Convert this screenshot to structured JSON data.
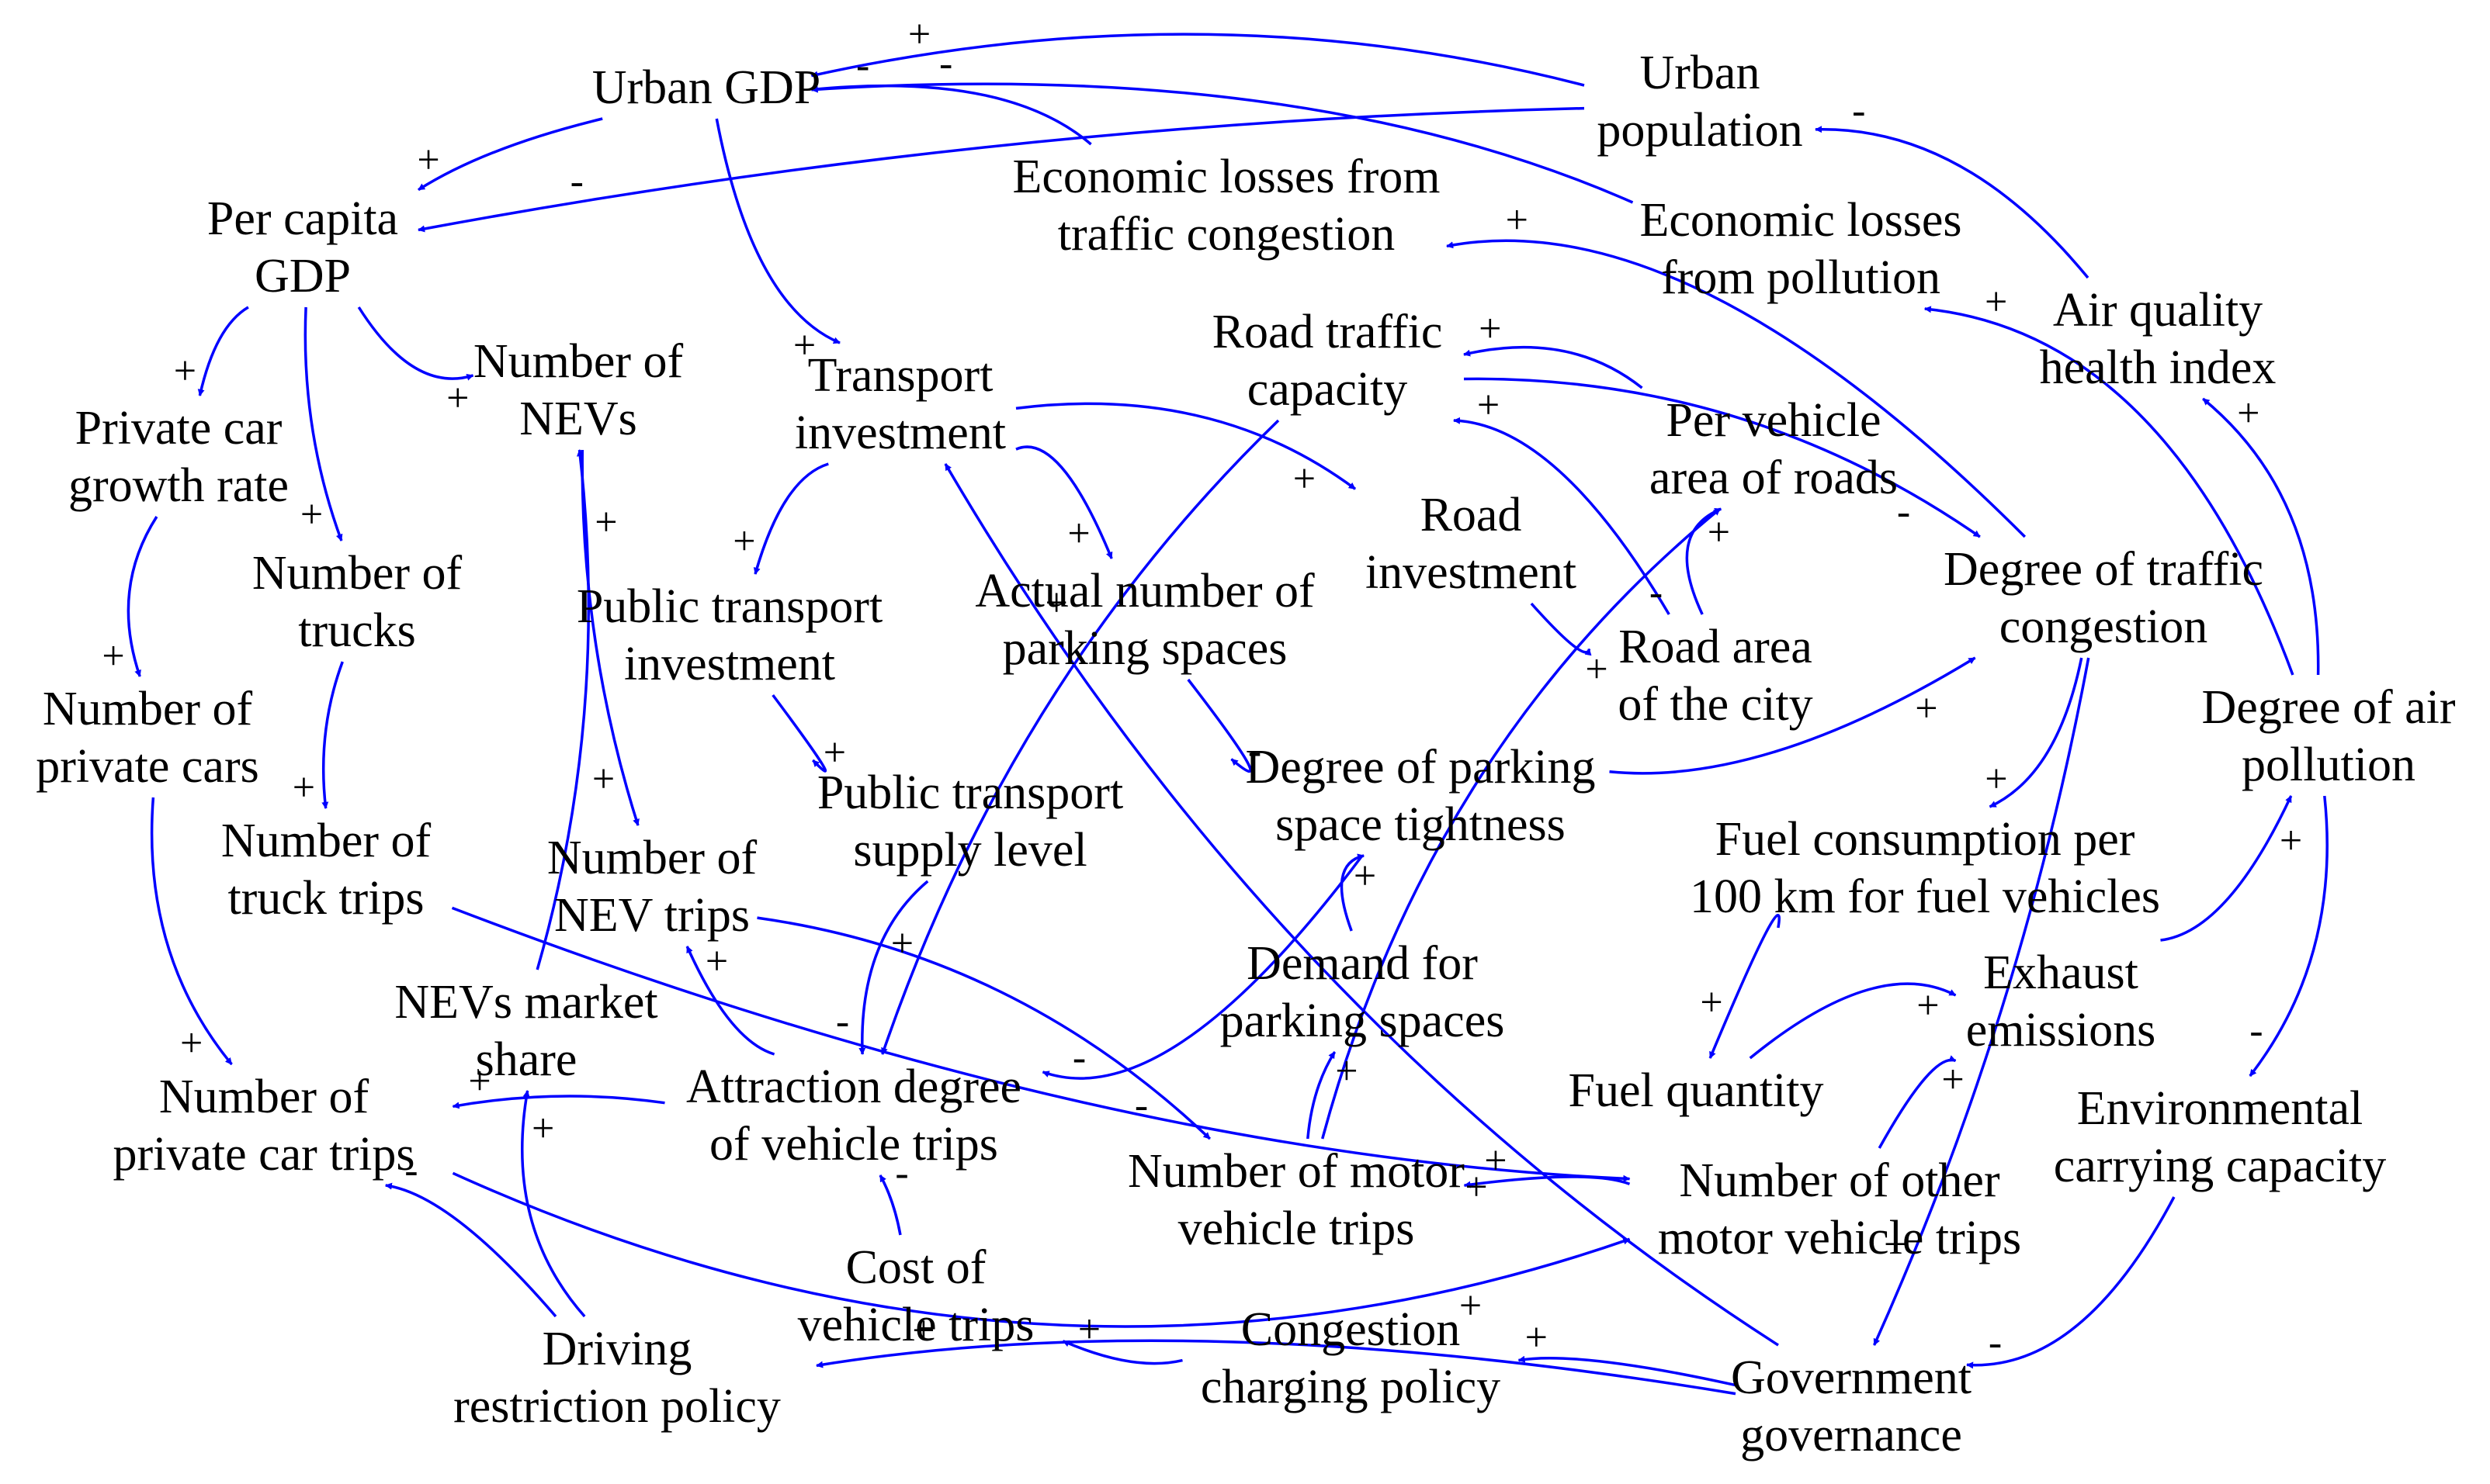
{
  "colors": {
    "arrow": "#0000ff",
    "text": "#000000",
    "background": "#ffffff"
  },
  "nodes": {
    "urban_gdp": [
      "Urban GDP"
    ],
    "urban_population": [
      "Urban",
      "population"
    ],
    "per_capita_gdp": [
      "Per capita",
      "GDP"
    ],
    "econ_loss_congestion": [
      "Economic losses from",
      "traffic congestion"
    ],
    "econ_loss_pollution": [
      "Economic losses",
      "from pollution"
    ],
    "air_quality": [
      "Air quality",
      "health index"
    ],
    "road_capacity": [
      "Road traffic",
      "capacity"
    ],
    "transport_investment": [
      "Transport",
      "investment"
    ],
    "number_nevs": [
      "Number of",
      "NEVs"
    ],
    "private_car_growth": [
      "Private car",
      "growth rate"
    ],
    "per_vehicle_area": [
      "Per vehicle",
      "area of roads"
    ],
    "road_investment": [
      "Road",
      "investment"
    ],
    "congestion": [
      "Degree of traffic",
      "congestion"
    ],
    "trucks": [
      "Number of",
      "trucks"
    ],
    "public_transport_inv": [
      "Public transport",
      "investment"
    ],
    "parking_spaces": [
      "Actual number of",
      "parking spaces"
    ],
    "road_area": [
      "Road area",
      "of the city"
    ],
    "air_pollution": [
      "Degree of air",
      "pollution"
    ],
    "private_cars": [
      "Number of",
      "private cars"
    ],
    "parking_tightness": [
      "Degree of parking",
      "space tightness"
    ],
    "pt_supply": [
      "Public transport",
      "supply level"
    ],
    "fuel_per_100km": [
      "Fuel consumption per",
      "100 km for fuel vehicles"
    ],
    "truck_trips": [
      "Number of",
      "truck trips"
    ],
    "nev_trips": [
      "Number of",
      "NEV trips"
    ],
    "parking_demand": [
      "Demand for",
      "parking spaces"
    ],
    "exhaust": [
      "Exhaust",
      "emissions"
    ],
    "nev_share": [
      "NEVs market",
      "share"
    ],
    "fuel_quantity": [
      "Fuel quantity"
    ],
    "attraction": [
      "Attraction degree",
      "of vehicle trips"
    ],
    "env_capacity": [
      "Environmental",
      "carrying capacity"
    ],
    "private_car_trips": [
      "Number of",
      "private car trips"
    ],
    "motor_trips": [
      "Number of motor",
      "vehicle trips"
    ],
    "other_trips": [
      "Number of other",
      "motor vehicle trips"
    ],
    "cost_trips": [
      "Cost of",
      "vehicle trips"
    ],
    "congestion_charging": [
      "Congestion",
      "charging policy"
    ],
    "driving_restriction": [
      "Driving",
      "restriction policy"
    ],
    "governance": [
      "Government",
      "governance"
    ]
  },
  "links": [
    {
      "from": "urban_population",
      "to": "urban_gdp",
      "sign": "+"
    },
    {
      "from": "urban_population",
      "to": "per_capita_gdp",
      "sign": "-"
    },
    {
      "from": "econ_loss_pollution",
      "to": "urban_gdp",
      "sign": "-"
    },
    {
      "from": "econ_loss_congestion",
      "to": "urban_gdp",
      "sign": "-"
    },
    {
      "from": "urban_gdp",
      "to": "per_capita_gdp",
      "sign": "+"
    },
    {
      "from": "urban_gdp",
      "to": "transport_investment",
      "sign": "+"
    },
    {
      "from": "per_capita_gdp",
      "to": "private_car_growth",
      "sign": "+"
    },
    {
      "from": "per_capita_gdp",
      "to": "trucks",
      "sign": "+"
    },
    {
      "from": "per_capita_gdp",
      "to": "number_nevs",
      "sign": "+"
    },
    {
      "from": "air_quality",
      "to": "urban_population",
      "sign": "-"
    },
    {
      "from": "air_pollution",
      "to": "air_quality",
      "sign": "+"
    },
    {
      "from": "air_pollution",
      "to": "econ_loss_pollution",
      "sign": "+"
    },
    {
      "from": "air_pollution",
      "to": "env_capacity",
      "sign": "-"
    },
    {
      "from": "congestion",
      "to": "econ_loss_congestion",
      "sign": "+"
    },
    {
      "from": "per_vehicle_area",
      "to": "road_capacity",
      "sign": "+"
    },
    {
      "from": "road_capacity",
      "to": "congestion",
      "sign": "-"
    },
    {
      "from": "road_capacity",
      "to": "attraction",
      "sign": "+"
    },
    {
      "from": "transport_investment",
      "to": "road_investment",
      "sign": "+"
    },
    {
      "from": "transport_investment",
      "to": "public_transport_inv",
      "sign": "+"
    },
    {
      "from": "transport_investment",
      "to": "parking_spaces",
      "sign": "+"
    },
    {
      "from": "road_investment",
      "to": "road_area",
      "sign": "+"
    },
    {
      "from": "road_area",
      "to": "road_capacity",
      "sign": "+"
    },
    {
      "from": "road_area",
      "to": "per_vehicle_area",
      "sign": "+"
    },
    {
      "from": "motor_trips",
      "to": "per_vehicle_area",
      "sign": "-"
    },
    {
      "from": "congestion",
      "to": "fuel_per_100km",
      "sign": "+"
    },
    {
      "from": "congestion",
      "to": "governance",
      "sign": "+"
    },
    {
      "from": "parking_tightness",
      "to": "congestion",
      "sign": "+"
    },
    {
      "from": "parking_spaces",
      "to": "parking_tightness",
      "sign": "-"
    },
    {
      "from": "parking_demand",
      "to": "parking_tightness",
      "sign": "+"
    },
    {
      "from": "parking_tightness",
      "to": "attraction",
      "sign": "-"
    },
    {
      "from": "public_transport_inv",
      "to": "pt_supply",
      "sign": "+"
    },
    {
      "from": "pt_supply",
      "to": "attraction",
      "sign": "-"
    },
    {
      "from": "private_car_growth",
      "to": "private_cars",
      "sign": "+"
    },
    {
      "from": "private_cars",
      "to": "private_car_trips",
      "sign": "+"
    },
    {
      "from": "trucks",
      "to": "truck_trips",
      "sign": "+"
    },
    {
      "from": "truck_trips",
      "to": "other_trips",
      "sign": "+"
    },
    {
      "from": "number_nevs",
      "to": "nev_trips",
      "sign": "+"
    },
    {
      "from": "nev_share",
      "to": "number_nevs",
      "sign": "+"
    },
    {
      "from": "nev_trips",
      "to": "motor_trips",
      "sign": "-"
    },
    {
      "from": "attraction",
      "to": "nev_trips",
      "sign": "+"
    },
    {
      "from": "attraction",
      "to": "private_car_trips",
      "sign": "+"
    },
    {
      "from": "private_car_trips",
      "to": "other_trips",
      "sign": "+"
    },
    {
      "from": "motor_trips",
      "to": "parking_demand",
      "sign": "+"
    },
    {
      "from": "other_trips",
      "to": "motor_trips",
      "sign": "+"
    },
    {
      "from": "other_trips",
      "to": "exhaust",
      "sign": "+"
    },
    {
      "from": "fuel_per_100km",
      "to": "fuel_quantity",
      "sign": "+"
    },
    {
      "from": "fuel_quantity",
      "to": "exhaust",
      "sign": "+"
    },
    {
      "from": "exhaust",
      "to": "air_pollution",
      "sign": "+"
    },
    {
      "from": "env_capacity",
      "to": "governance",
      "sign": "-"
    },
    {
      "from": "cost_trips",
      "to": "attraction",
      "sign": "-"
    },
    {
      "from": "congestion_charging",
      "to": "cost_trips",
      "sign": "+"
    },
    {
      "from": "governance",
      "to": "congestion_charging",
      "sign": "+"
    },
    {
      "from": "governance",
      "to": "driving_restriction",
      "sign": "+"
    },
    {
      "from": "governance",
      "to": "transport_investment",
      "sign": "+"
    },
    {
      "from": "driving_restriction",
      "to": "private_car_trips",
      "sign": "-"
    },
    {
      "from": "driving_restriction",
      "to": "nev_share",
      "sign": "+"
    }
  ]
}
